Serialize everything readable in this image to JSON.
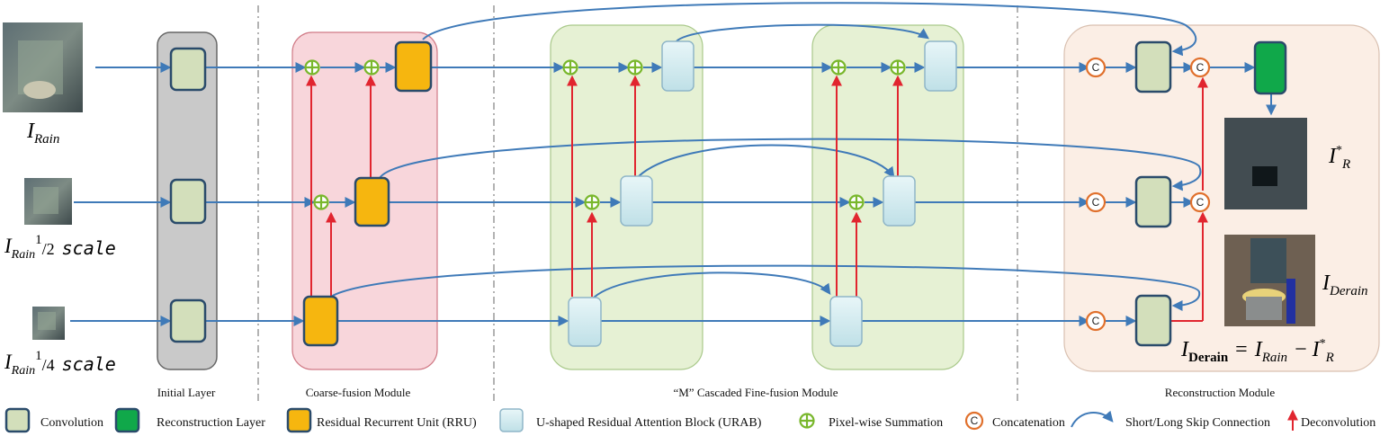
{
  "inputs": {
    "rain_base": "I",
    "rain_sub": "Rain",
    "half_num": "1",
    "half_den": "/2",
    "half_word": "scale",
    "quarter_num": "1",
    "quarter_den": "/4",
    "quarter_word": "scale"
  },
  "outputs": {
    "residual_base": "I",
    "residual_sup": "*",
    "residual_sub": "R",
    "derain_base": "I",
    "derain_sub": "Derain",
    "equation": {
      "lhs_base": "I",
      "lhs_sub": "Derain",
      "op_eq": "=",
      "rain_base": "I",
      "rain_sub": "Rain",
      "op_minus": "−",
      "res_base": "I",
      "res_sup": "*",
      "res_sub": "R"
    }
  },
  "concat_symbol": "C",
  "modules": {
    "initial": "Initial Layer",
    "coarse": "Coarse-fusion Module",
    "fine": "“M” Cascaded Fine-fusion Module",
    "recon": "Reconstruction Module"
  },
  "legend": {
    "conv": "Convolution",
    "recon_layer": "Reconstruction Layer",
    "rru": "Residual Recurrent Unit (RRU)",
    "urab": "U-shaped  Residual Attention Block (URAB)",
    "sum": "Pixel-wise Summation",
    "concat": "Concatenation",
    "skip": "Short/Long Skip Connection",
    "deconv": "Deconvolution"
  },
  "colors": {
    "conv_fill": "#d3dfbb",
    "conv_stroke": "#2a4b6b",
    "recon_fill": "#10a84a",
    "rru_fill": "#f6b60f",
    "urab_fill": "#d2ebef",
    "urab_stroke": "#8fb6c8",
    "arrow_blue": "#3f7ab8",
    "arrow_red": "#e1252f",
    "sum_green": "#79b72c",
    "concat_orange": "#e0702c"
  }
}
